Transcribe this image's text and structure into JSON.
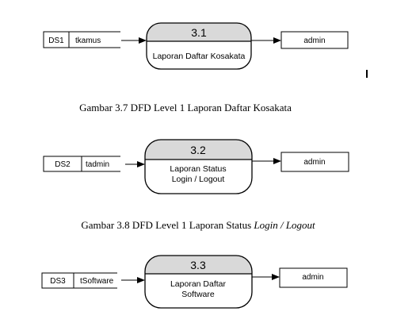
{
  "diagrams": [
    {
      "store": {
        "id": "DS1",
        "name": "tkamus"
      },
      "process": {
        "number": "3.1",
        "lines": [
          "Laporan Daftar Kosakata"
        ]
      },
      "entity": "admin",
      "caption": {
        "text": "Gambar 3.7 DFD Level 1 Laporan Daftar Kosakata",
        "italic": ""
      }
    },
    {
      "store": {
        "id": "DS2",
        "name": "tadmin"
      },
      "process": {
        "number": "3.2",
        "lines": [
          "Laporan Status",
          "Login / Logout"
        ]
      },
      "entity": "admin",
      "caption": {
        "text": "Gambar 3.8 DFD Level 1 Laporan Status ",
        "italic": "Login / Logout"
      }
    },
    {
      "store": {
        "id": "DS3",
        "name": "tSoftware"
      },
      "process": {
        "number": "3.3",
        "lines": [
          "Laporan Daftar",
          "Software"
        ]
      },
      "entity": "admin",
      "caption": null
    }
  ],
  "colors": {
    "process_header_fill": "#d9d9d9",
    "stroke": "#000000",
    "text": "#000000"
  }
}
